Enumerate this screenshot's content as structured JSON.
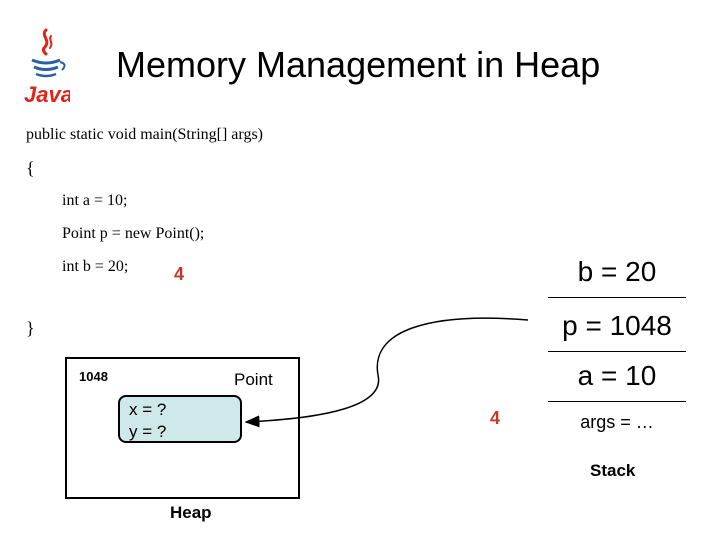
{
  "title": "Memory Management in Heap",
  "logo": {
    "icon": "java-logo-icon",
    "text": "Java",
    "color": "#e2231a"
  },
  "code": {
    "signature": "public static void main(String[] args)",
    "open_brace": "{",
    "line_a": "int a = 10;",
    "line_p": "Point p =  new Point();",
    "line_b": "int b = 20;",
    "close_brace": "}"
  },
  "markers": {
    "near_code": "4",
    "near_stack": "4",
    "color": "#c0392b"
  },
  "stack": {
    "caption": "Stack",
    "slots": [
      "b = 20",
      "p = 1048",
      "a = 10",
      "args = …"
    ]
  },
  "heap": {
    "caption": "Heap",
    "address": "1048",
    "class_name": "Point",
    "fields": [
      "x = ?",
      "y = ?"
    ],
    "object_fill": "#cfe9ea"
  }
}
